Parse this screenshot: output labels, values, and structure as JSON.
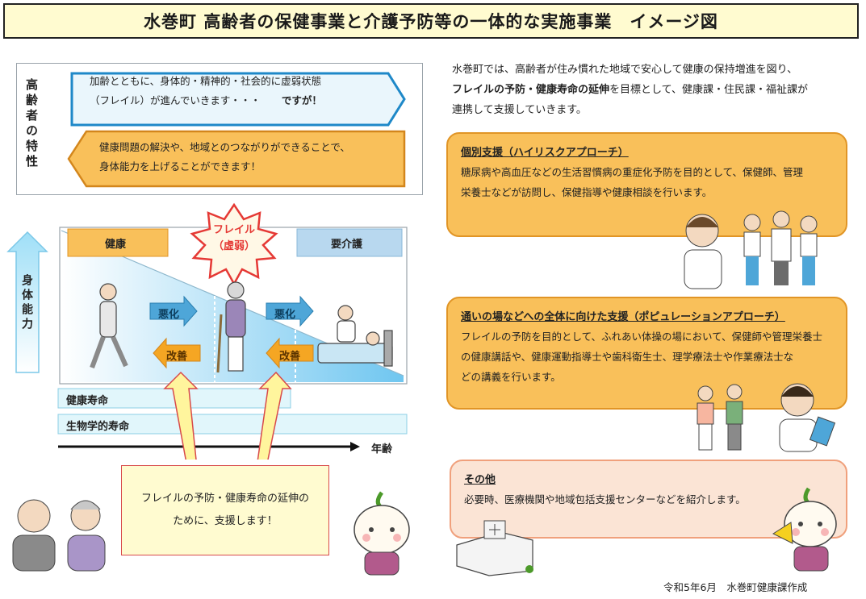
{
  "title": "水巻町  高齢者の保健事業と介護予防等の一体的な実施事業　イメージ図",
  "characteristics": {
    "label": "高齢者の特性",
    "blue_arrow": {
      "line1": "加齢とともに、身体的・精神的・社会的に虚弱状態",
      "line2": "（フレイル）が進んでいきます・・・",
      "emphasis": "ですが！"
    },
    "orange_arrow": {
      "line1": "健康問題の解決や、地域とのつながりができることで、",
      "line2": "身体能力を上げることができます！"
    }
  },
  "diagram": {
    "y_axis_label": "身体能力",
    "stage_healthy": "健康",
    "stage_frail_line1": "フレイル",
    "stage_frail_line2": "（虚弱）",
    "stage_care": "要介護",
    "worsen": "悪化",
    "improve": "改善",
    "bar_healthy_life": "健康寿命",
    "bar_bio_life": "生物学的寿命",
    "x_axis_label": "年齢"
  },
  "support_message": {
    "line1": "フレイルの予防・健康寿命の延伸の",
    "line2": "ために、支援します！"
  },
  "intro": {
    "line1": "水巻町では、高齢者が住み慣れた地域で安心して健康の保持増進を図り、",
    "bold": "フレイルの予防・健康寿命の延伸",
    "line2_rest": "を目標として、健康課・住民課・福祉課が",
    "line3": "連携して支援していきます。"
  },
  "cards": [
    {
      "heading": "個別支援（ハイリスクアプローチ）",
      "lines": [
        "糖尿病や高血圧などの生活習慣病の重症化予防を目的として、保健師、管理",
        "栄養士などが訪問し、保健指導や健康相談を行います。"
      ]
    },
    {
      "heading": "通いの場などへの全体に向けた支援（ポピュレーションアプローチ）",
      "lines": [
        "フレイルの予防を目的として、ふれあい体操の場において、保健師や管理栄養士",
        "の健康講話や、健康運動指導士や歯科衛生士、理学療法士や作業療法士な",
        "どの講義を行います。"
      ]
    },
    {
      "heading": "その他",
      "lines": [
        "必要時、医療機関や地域包括支援センターなどを紹介します。"
      ]
    }
  ],
  "footer": "令和5年6月　水巻町健康課作成",
  "colors": {
    "title_bg": "#fffbd0",
    "card_orange": "#f9c05a",
    "card_border": "#e19526",
    "card_pink": "#fbe4d5",
    "blue": "#1e88c8",
    "frail_red": "#e53935"
  },
  "icons": [
    "elder-man-icon",
    "elder-woman-icon",
    "mascot-onion-icon",
    "nurse-icon",
    "medical-staff-icon",
    "exercise-people-icon",
    "dental-hygienist-icon",
    "hospital-building-icon",
    "mascot-fan-icon"
  ]
}
